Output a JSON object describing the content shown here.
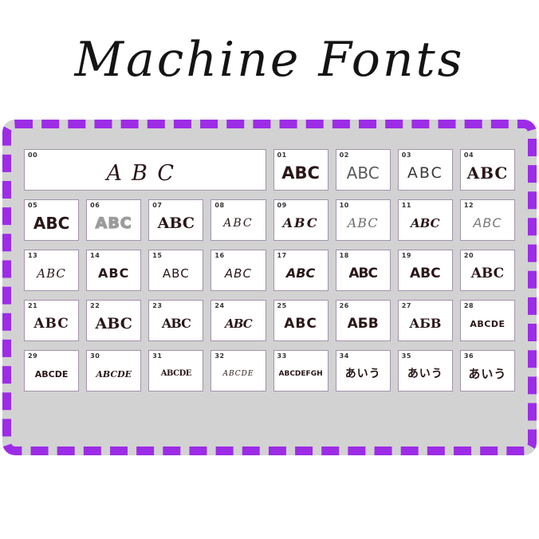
{
  "title": "Machine Fonts",
  "colors": {
    "accent_purple": "#9d2ce6",
    "panel_gray": "#d2d2d2",
    "cell_border": "#a393ab",
    "sample_ink": "#2a1618"
  },
  "fonts": [
    {
      "id": "00",
      "sample": "ABC",
      "style": "script-large",
      "wide": true
    },
    {
      "id": "01",
      "sample": "ABC",
      "style": "bold-sans"
    },
    {
      "id": "02",
      "sample": "ABC",
      "style": "sans-light"
    },
    {
      "id": "03",
      "sample": "ABC",
      "style": "sans-spaced"
    },
    {
      "id": "04",
      "sample": "ABC",
      "style": "slab-serif"
    },
    {
      "id": "05",
      "sample": "ABC",
      "style": "heavy-sans"
    },
    {
      "id": "06",
      "sample": "ABC",
      "style": "outline"
    },
    {
      "id": "07",
      "sample": "ABC",
      "style": "serif-bold"
    },
    {
      "id": "08",
      "sample": "ABC",
      "style": "script-small"
    },
    {
      "id": "09",
      "sample": "ABC",
      "style": "script-bold"
    },
    {
      "id": "10",
      "sample": "ABC",
      "style": "serif-italic-light"
    },
    {
      "id": "11",
      "sample": "ABC",
      "style": "script-bold-small"
    },
    {
      "id": "12",
      "sample": "ABC",
      "style": "italic-light"
    },
    {
      "id": "13",
      "sample": "ABC",
      "style": "serif-italic"
    },
    {
      "id": "14",
      "sample": "ABC",
      "style": "comic"
    },
    {
      "id": "15",
      "sample": "ABC",
      "style": "casual"
    },
    {
      "id": "16",
      "sample": "ABC",
      "style": "sans-italic"
    },
    {
      "id": "17",
      "sample": "ABC",
      "style": "black-italic"
    },
    {
      "id": "18",
      "sample": "ABC",
      "style": "heavy-tight"
    },
    {
      "id": "19",
      "sample": "ABC",
      "style": "heavy"
    },
    {
      "id": "20",
      "sample": "ABC",
      "style": "serif-heavy"
    },
    {
      "id": "21",
      "sample": "ABC",
      "style": "deco-bold"
    },
    {
      "id": "22",
      "sample": "ABC",
      "style": "serif-bold"
    },
    {
      "id": "23",
      "sample": "ABC",
      "style": "blackletter"
    },
    {
      "id": "24",
      "sample": "ABC",
      "style": "blackletter-light"
    },
    {
      "id": "25",
      "sample": "ABC",
      "style": "rounded-bold"
    },
    {
      "id": "26",
      "sample": "АБВ",
      "style": "cyrillic-bold"
    },
    {
      "id": "27",
      "sample": "АБВ",
      "style": "cyrillic-serif"
    },
    {
      "id": "28",
      "sample": "ABCDE",
      "style": "small-sans"
    },
    {
      "id": "29",
      "sample": "ABCDE",
      "style": "small-bold"
    },
    {
      "id": "30",
      "sample": "ABCDE",
      "style": "small-italic"
    },
    {
      "id": "31",
      "sample": "ABCDE",
      "style": "small-blackletter"
    },
    {
      "id": "32",
      "sample": "ABCDE",
      "style": "small-script"
    },
    {
      "id": "33",
      "sample": "ABCDEFGH",
      "style": "tiny-sans"
    },
    {
      "id": "34",
      "sample": "あいう",
      "style": "kana"
    },
    {
      "id": "35",
      "sample": "あいう",
      "style": "kana"
    },
    {
      "id": "36",
      "sample": "あいう",
      "style": "kana-bold"
    }
  ]
}
